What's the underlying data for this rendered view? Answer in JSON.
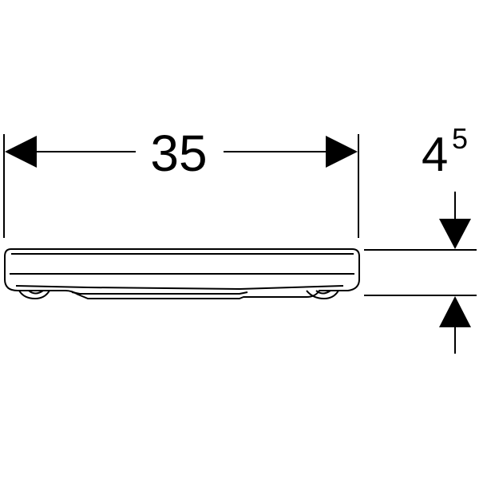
{
  "width_dimension": {
    "value": "35"
  },
  "height_dimension": {
    "value": "4",
    "superscript": "5"
  },
  "colors": {
    "line": "#000000",
    "background": "#ffffff"
  }
}
